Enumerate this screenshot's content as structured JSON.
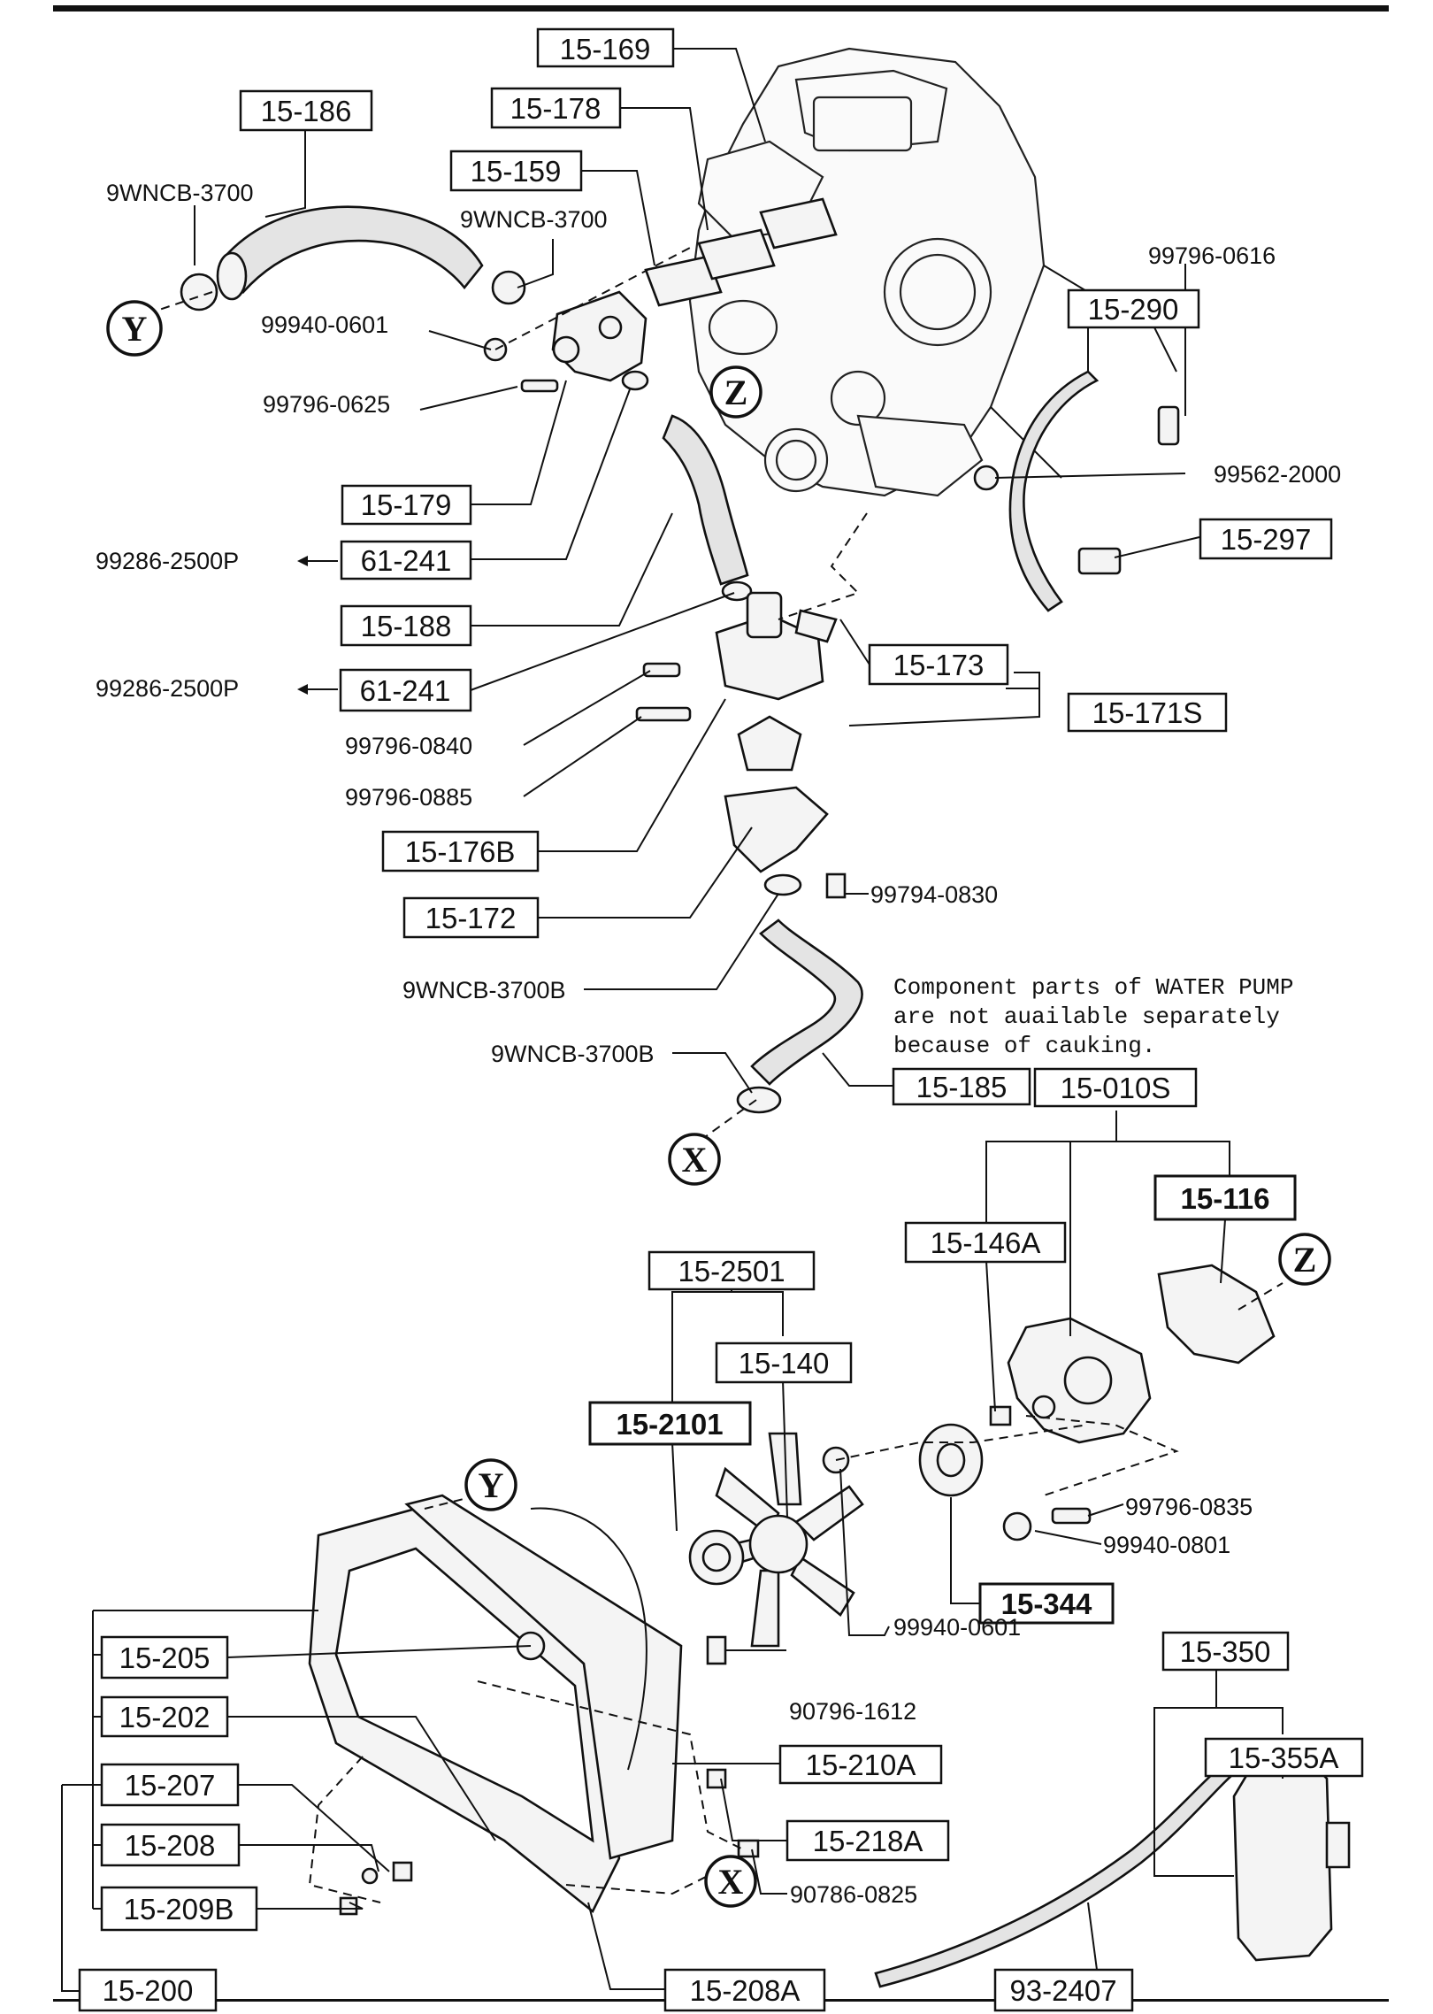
{
  "boxed_part_numbers": {
    "p15_169": "15-169",
    "p15_186": "15-186",
    "p15_178": "15-178",
    "p15_159": "15-159",
    "p15_290": "15-290",
    "p15_297": "15-297",
    "p15_179": "15-179",
    "p61_241_a": "61-241",
    "p15_188": "15-188",
    "p15_173": "15-173",
    "p61_241_b": "61-241",
    "p15_171S": "15-171S",
    "p15_176B": "15-176B",
    "p15_172": "15-172",
    "p15_185": "15-185",
    "p15_010S": "15-010S",
    "p15_116": "15-116",
    "p15_146A": "15-146A",
    "p15_2501": "15-2501",
    "p15_140": "15-140",
    "p15_2101": "15-2101",
    "p15_344": "15-344",
    "p15_350": "15-350",
    "p15_355A": "15-355A",
    "p15_205": "15-205",
    "p15_202": "15-202",
    "p15_210A": "15-210A",
    "p15_207": "15-207",
    "p15_218A": "15-218A",
    "p15_208": "15-208",
    "p15_209B": "15-209B",
    "p15_200": "15-200",
    "p15_208A": "15-208A",
    "p93_2407": "93-2407"
  },
  "hardware_part_numbers": {
    "h9WNCB_3700_a": "9WNCB-3700",
    "h9WNCB_3700_b": "9WNCB-3700",
    "h99796_0616": "99796-0616",
    "h99940_0601_a": "99940-0601",
    "h99796_0625": "99796-0625",
    "h99562_2000": "99562-2000",
    "h99286_2500P_a": "99286-2500P",
    "h99286_2500P_b": "99286-2500P",
    "h99796_0840": "99796-0840",
    "h99796_0885": "99796-0885",
    "h99794_0830": "99794-0830",
    "h9WNCB_3700B_a": "9WNCB-3700B",
    "h9WNCB_3700B_b": "9WNCB-3700B",
    "h99796_0835": "99796-0835",
    "h99940_0801": "99940-0801",
    "h99940_0601_b": "99940-0601",
    "h90796_1612": "90796-1612",
    "h90786_0825": "90786-0825"
  },
  "note": {
    "line1": "Component parts of WATER PUMP",
    "line2": "are not auailable separately",
    "line3": "because of cauking."
  },
  "callouts": {
    "y_top": "Y",
    "z_engine": "Z",
    "x_hose": "X",
    "z_pump": "Z",
    "y_radiator": "Y",
    "x_radiator": "X"
  }
}
